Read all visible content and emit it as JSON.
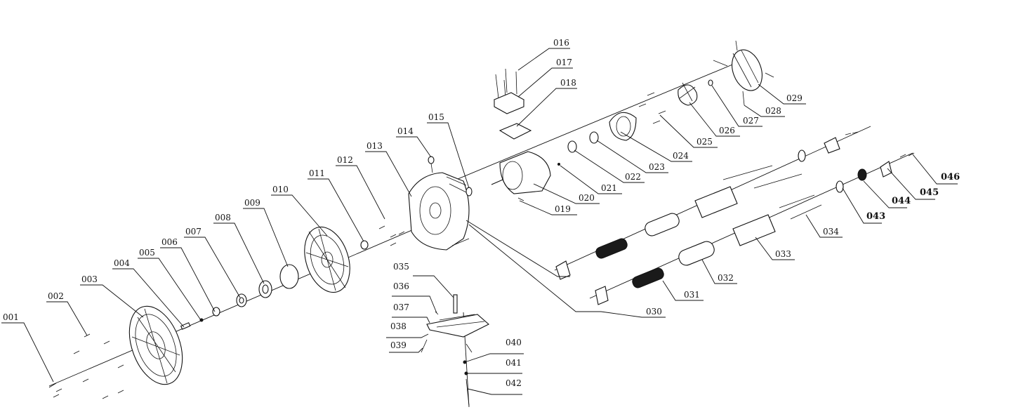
{
  "callouts": [
    {
      "id": "001",
      "text": "001"
    },
    {
      "id": "002",
      "text": "002"
    },
    {
      "id": "003",
      "text": "003"
    },
    {
      "id": "004",
      "text": "004"
    },
    {
      "id": "005",
      "text": "005"
    },
    {
      "id": "006",
      "text": "006"
    },
    {
      "id": "007",
      "text": "007"
    },
    {
      "id": "008",
      "text": "008"
    },
    {
      "id": "009",
      "text": "009"
    },
    {
      "id": "010",
      "text": "010"
    },
    {
      "id": "011",
      "text": "011"
    },
    {
      "id": "012",
      "text": "012"
    },
    {
      "id": "013",
      "text": "013"
    },
    {
      "id": "014",
      "text": "014"
    },
    {
      "id": "015",
      "text": "015"
    },
    {
      "id": "016",
      "text": "016"
    },
    {
      "id": "017",
      "text": "017"
    },
    {
      "id": "018",
      "text": "018"
    },
    {
      "id": "019",
      "text": "019"
    },
    {
      "id": "020",
      "text": "020"
    },
    {
      "id": "021",
      "text": "021"
    },
    {
      "id": "022",
      "text": "022"
    },
    {
      "id": "023",
      "text": "023"
    },
    {
      "id": "024",
      "text": "024"
    },
    {
      "id": "025",
      "text": "025"
    },
    {
      "id": "026",
      "text": "026"
    },
    {
      "id": "027",
      "text": "027"
    },
    {
      "id": "028",
      "text": "028"
    },
    {
      "id": "029",
      "text": "029"
    },
    {
      "id": "030",
      "text": "030"
    },
    {
      "id": "031",
      "text": "031"
    },
    {
      "id": "032",
      "text": "032"
    },
    {
      "id": "033",
      "text": "033"
    },
    {
      "id": "034",
      "text": "034"
    },
    {
      "id": "035",
      "text": "035"
    },
    {
      "id": "036",
      "text": "036"
    },
    {
      "id": "037",
      "text": "037"
    },
    {
      "id": "038",
      "text": "038"
    },
    {
      "id": "039",
      "text": "039"
    },
    {
      "id": "040",
      "text": "040"
    },
    {
      "id": "041",
      "text": "041"
    },
    {
      "id": "042",
      "text": "042"
    },
    {
      "id": "043",
      "text": "043"
    },
    {
      "id": "044",
      "text": "044"
    },
    {
      "id": "045",
      "text": "045"
    },
    {
      "id": "046",
      "text": "046"
    }
  ]
}
